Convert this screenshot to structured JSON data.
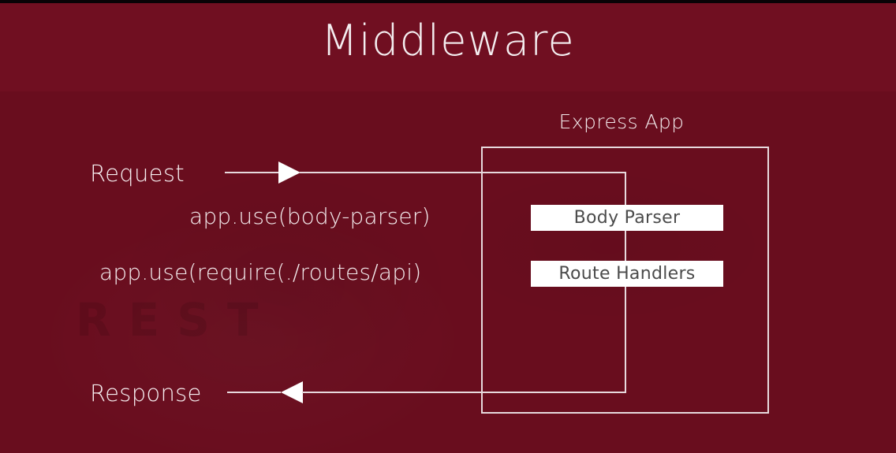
{
  "slide": {
    "title": "Middleware",
    "watermark": "REST",
    "bg_header": "#700f21",
    "bg_body": "#690d1e",
    "line_color": "#e7d9dd",
    "box_fill": "#ffffff",
    "box_text_color": "#4b4b4b"
  },
  "diagram": {
    "container_label": "Express App",
    "flow": {
      "request_label": "Request",
      "response_label": "Response"
    },
    "code": [
      {
        "text": "app.use(body-parser)"
      },
      {
        "text": "app.use(require(./routes/api)"
      }
    ],
    "middleware_boxes": [
      {
        "label": "Body Parser"
      },
      {
        "label": "Route Handlers"
      }
    ]
  }
}
